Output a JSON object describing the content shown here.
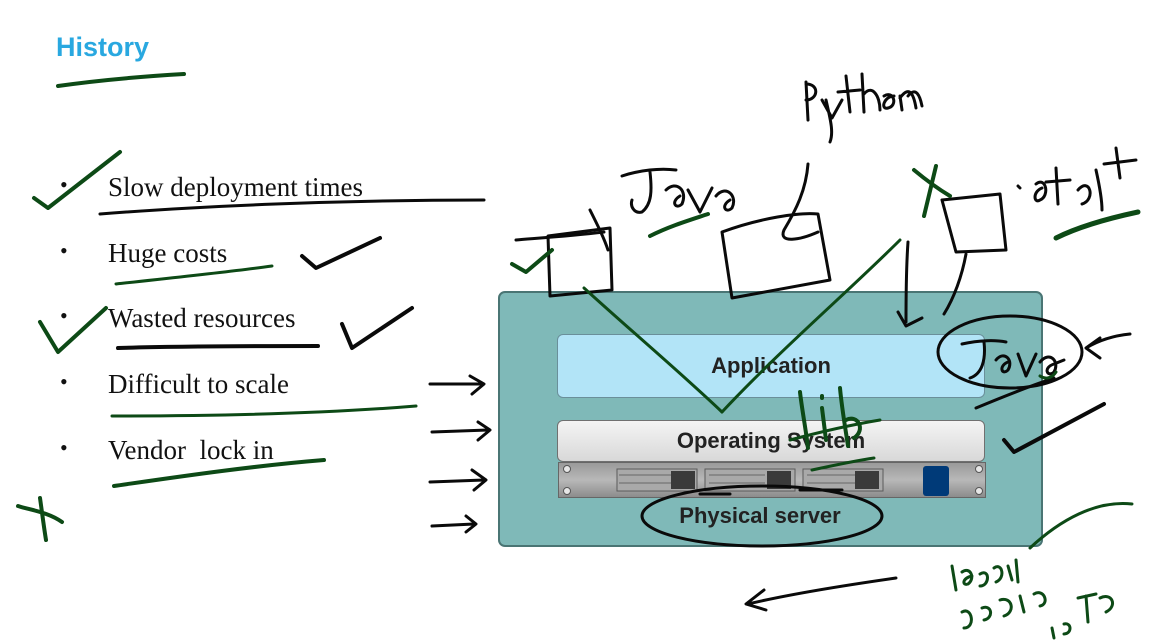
{
  "slide": {
    "title": "History",
    "bullets": [
      {
        "label": "Slow deployment times"
      },
      {
        "label": "Huge costs"
      },
      {
        "label": "Wasted resources"
      },
      {
        "label": "Difficult to scale"
      },
      {
        "label": "Vendor  lock in"
      }
    ],
    "bullet_glyph": "•"
  },
  "diagram": {
    "layers": {
      "application": "Application",
      "operating_system": "Operating System",
      "physical_server": "Physical server"
    }
  },
  "colors": {
    "title": "#29a8e0",
    "server_box": "#7fb9b8",
    "application_layer": "#b2e4f7",
    "ink_black": "#0a0a0a",
    "ink_green": "#0d4a16",
    "rack_port": "#003a78"
  },
  "handwriting_marks": [
    "python",
    "Java",
    "Java",
    "lib",
    "etc",
    "x",
    "x"
  ]
}
